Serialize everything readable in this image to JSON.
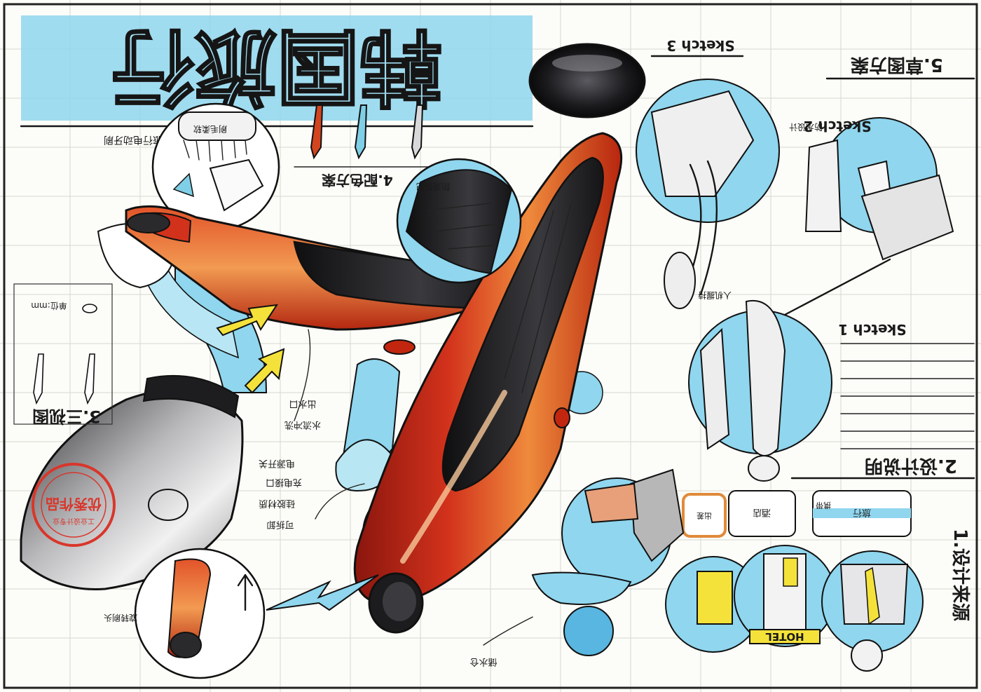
{
  "sheet": {
    "title": "韩国旅行",
    "subtitle": "旅行电动牙刷",
    "stamp_text": "优秀作品",
    "stamp_ring": "工业设计专业",
    "colors": {
      "body_red": "#d2321c",
      "body_orange": "#e7742e",
      "grip_black": "#1d1d1f",
      "water_blue": "#7fcfe6",
      "paper": "#fcfcf8",
      "arrow_yellow": "#f4e23a",
      "stamp_red": "#d9362b"
    }
  },
  "sections": {
    "s1": "1.设计来源",
    "s2": "2.设计说明",
    "s3": "3.三视图",
    "s4": "4.配色方案",
    "s5": "5.草图方案"
  },
  "sketch_labels": {
    "sketch1": "Sketch 1",
    "sketch2": "Sketch 2",
    "sketch3": "Sketch 3"
  },
  "source_panel": {
    "items": [
      "酒店",
      "旅行",
      "出差",
      "携带"
    ],
    "hotel_sign": "HOTEL"
  },
  "annotations": {
    "a1": "刷毛柔软",
    "a2": "防滑握把",
    "a3": "出水口",
    "a4": "水流冲洗",
    "a5": "电源开关",
    "a6": "充电接口",
    "a7": "硅胶材质",
    "a8": "可拆卸",
    "a9": "旋转刷头",
    "a10": "储水仓",
    "a11": "防水设计",
    "a12": "人机握持",
    "a13": "单位:mm"
  }
}
